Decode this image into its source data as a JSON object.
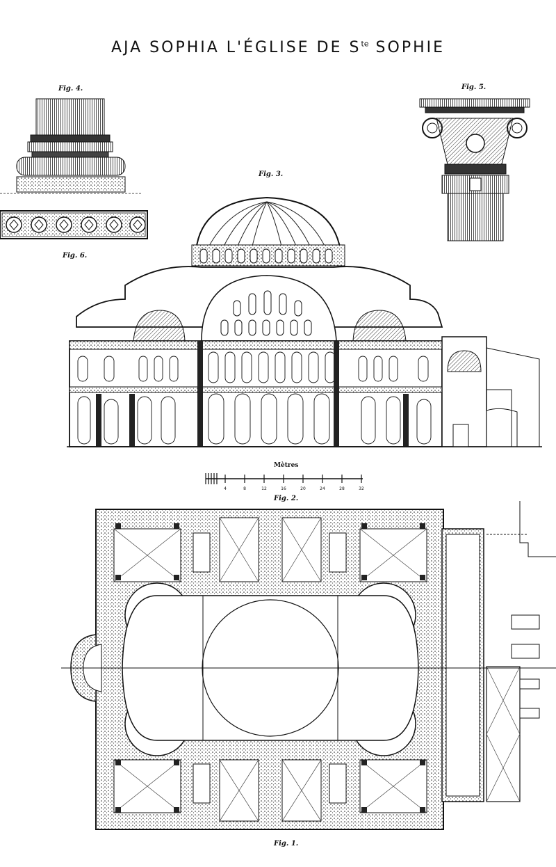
{
  "title": {
    "main": "AJA SOPHIA L'ÉGLISE DE S",
    "superscript": "te",
    "end": " SOPHIE"
  },
  "figures": {
    "fig4": "Fig. 4.",
    "fig5": "Fig. 5.",
    "fig3": "Fig. 3.",
    "fig6": "Fig. 6.",
    "fig2": "Fig. 2.",
    "fig1": "Fig. 1."
  },
  "scale": {
    "title": "Mètres",
    "ticks": [
      "4",
      "8",
      "12",
      "16",
      "20",
      "24",
      "28",
      "32"
    ]
  }
}
